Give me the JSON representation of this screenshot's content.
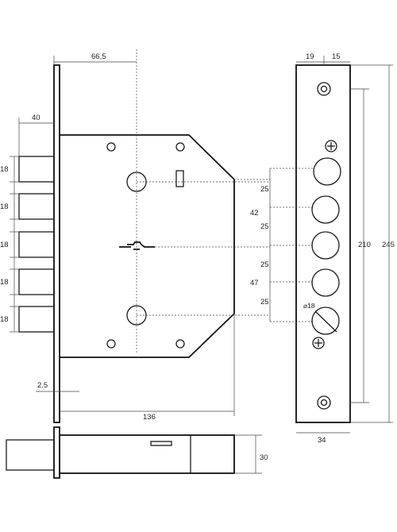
{
  "labels": {
    "top_offset": "66,5",
    "bolt_throw": "40",
    "bolt_1": "18",
    "bolt_2": "18",
    "bolt_3": "18",
    "bolt_4": "18",
    "bolt_5": "18",
    "bolt_spacing_1": "25",
    "bolt_spacing_2": "25",
    "bolt_spacing_3": "25",
    "bolt_spacing_4": "25",
    "upper_group": "42",
    "lower_group": "47",
    "faceplate_offset": "2.5",
    "body_width": "136",
    "side_thickness": "30",
    "front_left": "19",
    "front_right": "15",
    "hole_spacing": "210",
    "total_height": "245",
    "front_width": "34",
    "diameter": "⌀18"
  }
}
